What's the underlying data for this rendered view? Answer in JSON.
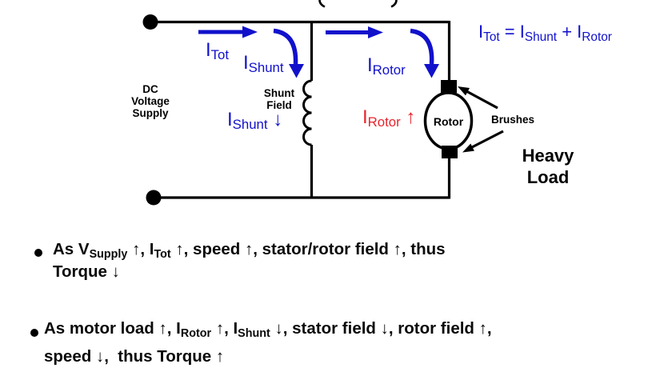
{
  "colors": {
    "current_blue": "#1111CC",
    "current_red": "#E8242C",
    "wire_black": "#000000"
  },
  "circuit": {
    "supply_label": {
      "lines": [
        "DC",
        "Voltage",
        "Supply"
      ]
    },
    "shunt_field_label": {
      "lines": [
        "Shunt",
        "Field"
      ]
    },
    "rotor_label": "Rotor",
    "brushes_label": "Brushes",
    "heavy_load_label": {
      "lines": [
        "Heavy",
        "Load"
      ]
    },
    "current_labels": {
      "i_tot": [
        {
          "t": "I"
        },
        {
          "sub": "Tot"
        }
      ],
      "i_shunt_branch": [
        {
          "t": "I"
        },
        {
          "sub": "Shunt"
        }
      ],
      "i_rotor_branch": [
        {
          "t": "I"
        },
        {
          "sub": "Rotor"
        }
      ],
      "i_shunt_decrease": [
        {
          "t": "I"
        },
        {
          "sub": "Shunt"
        },
        {
          "t": " "
        },
        {
          "arr": "↓"
        }
      ],
      "i_rotor_increase": [
        {
          "t": "I"
        },
        {
          "sub": "Rotor"
        },
        {
          "t": " "
        },
        {
          "arr": "↑"
        }
      ]
    },
    "equation": [
      {
        "t": "I"
      },
      {
        "sub": "Tot"
      },
      {
        "t": " = I"
      },
      {
        "sub": "Shunt"
      },
      {
        "t": " + I"
      },
      {
        "sub": "Rotor"
      }
    ]
  },
  "bullets": [
    {
      "lines": [
        [
          {
            "t": "As V"
          },
          {
            "sub": "Supply"
          },
          {
            "t": " "
          },
          {
            "arr": "↑"
          },
          {
            "t": ", I"
          },
          {
            "sub": "Tot"
          },
          {
            "t": " "
          },
          {
            "arr": "↑"
          },
          {
            "t": ", speed "
          },
          {
            "arr": "↑"
          },
          {
            "t": ", stator/rotor field "
          },
          {
            "arr": "↑"
          },
          {
            "t": ", thus"
          }
        ],
        [
          {
            "t": "Torque "
          },
          {
            "arr": "↓"
          }
        ]
      ]
    },
    {
      "lines": [
        [
          {
            "t": "As motor load "
          },
          {
            "arr": "↑"
          },
          {
            "t": ", I"
          },
          {
            "sub": "Rotor"
          },
          {
            "t": " "
          },
          {
            "arr": "↑"
          },
          {
            "t": ", I"
          },
          {
            "sub": "Shunt"
          },
          {
            "t": " "
          },
          {
            "arr": "↓"
          },
          {
            "t": ", stator field "
          },
          {
            "arr": "↓"
          },
          {
            "t": ", rotor field "
          },
          {
            "arr": "↑"
          },
          {
            "t": ","
          }
        ],
        [
          {
            "t": "speed "
          },
          {
            "arr": "↓"
          },
          {
            "t": ",  thus Torque "
          },
          {
            "arr": "↑"
          }
        ]
      ]
    }
  ]
}
